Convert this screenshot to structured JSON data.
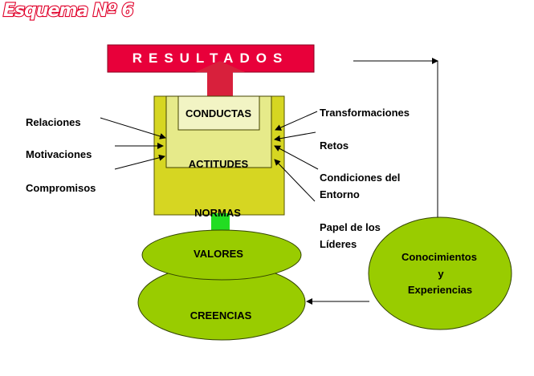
{
  "title": "Esquema Nº 6",
  "resultados": "RESULTADOS",
  "conductas": "CONDUCTAS",
  "actitudes": "ACTITUDES",
  "normas": "NORMAS",
  "valores": "VALORES",
  "creencias": "CREENCIAS",
  "left_factors": [
    "Relaciones",
    "Motivaciones",
    "Compromisos"
  ],
  "right_factors": {
    "transformaciones": "Transformaciones",
    "retos": "Retos",
    "condiciones_line1": "Condiciones del",
    "condiciones_line2": "Entorno",
    "papel_line1": "Papel de los",
    "papel_line2": "Líderes"
  },
  "conocimientos": {
    "line1": "Conocimientos",
    "line2": "y",
    "line3": "Experiencias"
  },
  "colors": {
    "resultados_fill": "#e8003a",
    "up_arrow": "#d8203c",
    "normas_box": "#d6d622",
    "actitudes_box": "#e6ea8a",
    "conductas_box": "#f2f4c4",
    "connector_green": "#22dd22",
    "ellipse_green": "#99cc00"
  }
}
